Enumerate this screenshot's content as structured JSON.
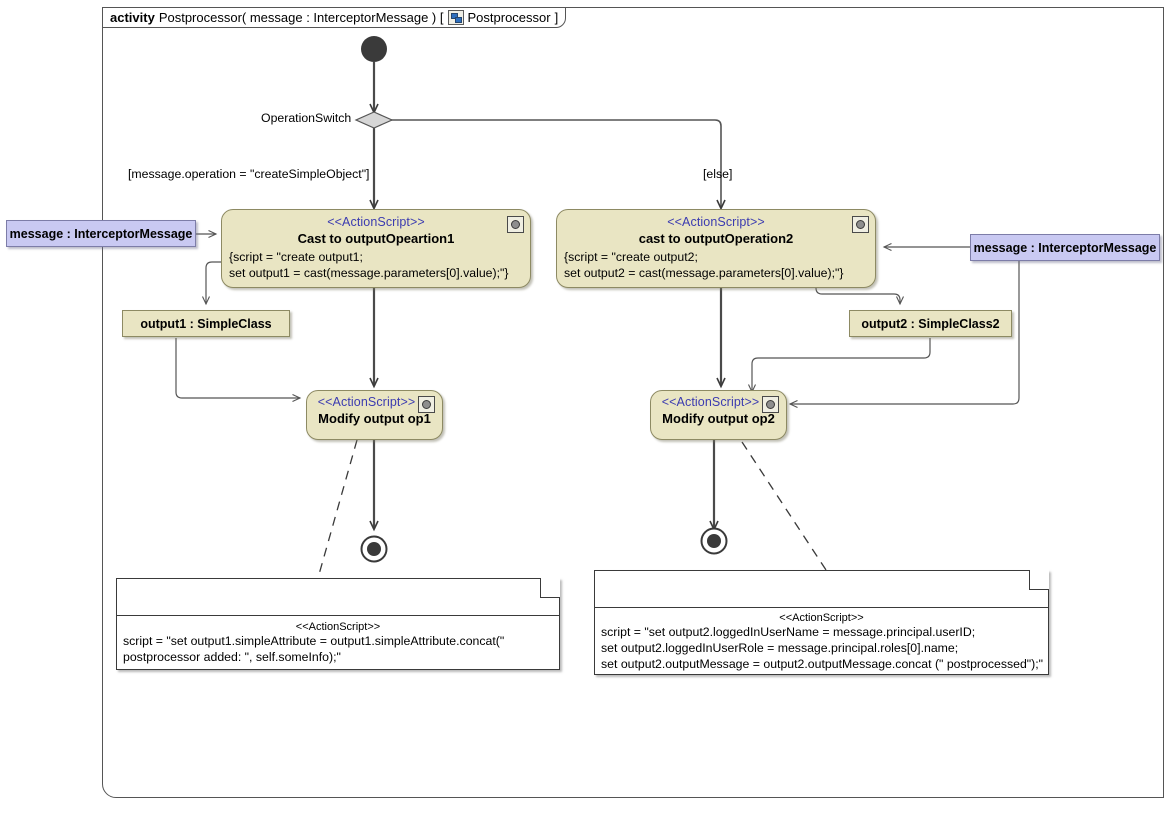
{
  "diagram": {
    "kind": "uml-activity-diagram",
    "frame_title": {
      "keyword": "activity",
      "signature": "Postprocessor( message : InterceptorMessage ) [",
      "icon": "activity-diagram-icon",
      "tag": "Postprocessor",
      "close": "]"
    },
    "colors": {
      "action_fill": "#e9e5c3",
      "action_border": "#8d8a63",
      "object_message_fill": "#c9c9f2",
      "stereotype_text": "#3b3bb0",
      "initial_node": "#3a3a3a",
      "decision_fill": "#d6d6d6",
      "note_fill": "#ffffff",
      "edge": "#4a4a4a"
    }
  },
  "nodes": {
    "initial": {
      "name": "initial-node"
    },
    "decision": {
      "label": "OperationSwitch"
    },
    "guards": {
      "left": "[message.operation = \"createSimpleObject\"]",
      "right": "[else]"
    },
    "action_cast1": {
      "stereotype": "<<ActionScript>>",
      "name": "Cast to outputOpeartion1",
      "body": [
        "{script = \"create output1;",
        "set output1 = cast(message.parameters[0].value);\"}"
      ],
      "icon": "action-script-icon"
    },
    "action_cast2": {
      "stereotype": "<<ActionScript>>",
      "name": "cast to outputOperation2",
      "body": [
        "{script = \"create output2;",
        "set output2 = cast(message.parameters[0].value);\"}"
      ],
      "icon": "action-script-icon"
    },
    "action_modify1": {
      "stereotype": "<<ActionScript>>",
      "name": "Modify output op1",
      "icon": "action-script-icon"
    },
    "action_modify2": {
      "stereotype": "<<ActionScript>>",
      "name": "Modify output op2",
      "icon": "action-script-icon"
    },
    "pin_message_left": {
      "label": "message : InterceptorMessage"
    },
    "pin_message_right": {
      "label": "message : InterceptorMessage"
    },
    "pin_output1": {
      "label": "output1 : SimpleClass"
    },
    "pin_output2": {
      "label": "output2 : SimpleClass2"
    },
    "final_left": {
      "name": "activity-final-node"
    },
    "final_right": {
      "name": "activity-final-node"
    }
  },
  "notes": {
    "note_left": {
      "stereotype": "<<ActionScript>>",
      "lines": [
        "script = \"set output1.simpleAttribute = output1.simpleAttribute.concat(\"",
        "postprocessor added: \", self.someInfo);\""
      ]
    },
    "note_right": {
      "stereotype": "<<ActionScript>>",
      "lines": [
        "script = \"set output2.loggedInUserName = message.principal.userID;",
        "set output2.loggedInUserRole = message.principal.roles[0].name;",
        "set output2.outputMessage = output2.outputMessage.concat (\" postprocessed\");\""
      ]
    }
  }
}
